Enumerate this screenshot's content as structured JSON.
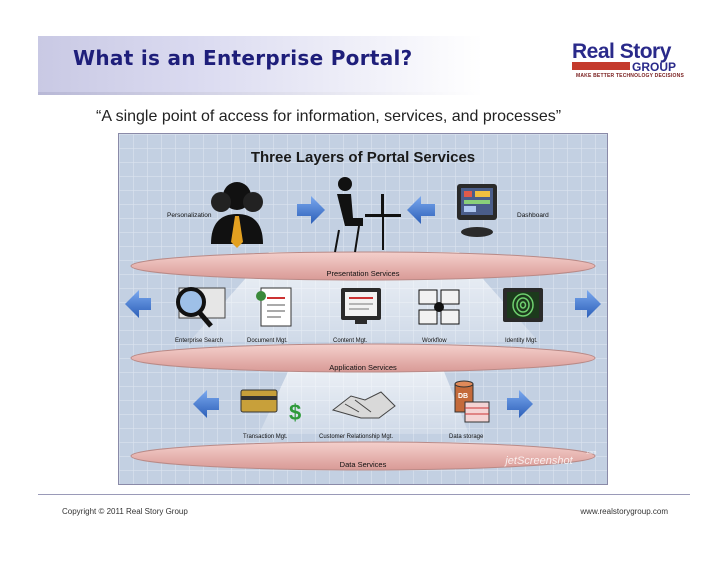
{
  "slide": {
    "title": "What is an Enterprise Portal?",
    "quote": "“A single point of access for information, services, and processes”"
  },
  "logo": {
    "name": "Real Story",
    "group": "GROUP",
    "tagline": "MAKE BETTER TECHNOLOGY DECISIONS"
  },
  "diagram": {
    "title": "Three Layers of Portal Services",
    "watermark": "jetScreenshot",
    "watermark_domain": ".com",
    "layers": {
      "presentation": {
        "label": "Presentation Services",
        "items": [
          "Personalization",
          "Dashboard"
        ]
      },
      "application": {
        "label": "Application Services",
        "items": [
          "Enterprise Search",
          "Document Mgt.",
          "Content Mgt.",
          "Workflow",
          "Identity Mgt."
        ]
      },
      "data": {
        "label": "Data Services",
        "items": [
          "Transaction Mgt.",
          "Customer Relationship Mgt.",
          "Data storage"
        ]
      }
    },
    "icons": [
      "person-group-icon",
      "user-at-desk-icon",
      "dashboard-monitor-icon",
      "magnifier-icon",
      "document-icon",
      "content-monitor-icon",
      "workflow-icon",
      "fingerprint-icon",
      "credit-card-dollar-icon",
      "handshake-icon",
      "database-icon"
    ]
  },
  "footer": {
    "copyright": "Copyright © 2011 Real Story Group",
    "url": "www.realstorygroup.com"
  },
  "colors": {
    "title_text": "#1e1e7a",
    "title_bar": "#c9c9e4",
    "platform": "#e9b7b4",
    "grid_bg": "#b8c7dc",
    "arrow": "#3a6cc8"
  }
}
